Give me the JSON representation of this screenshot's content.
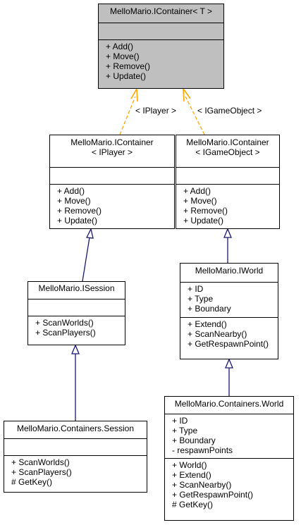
{
  "classes": {
    "icontainer_t": {
      "name": "MelloMario.IContainer< T >",
      "attributes": [],
      "operations": [
        "+ Add()",
        "+ Move()",
        "+ Remove()",
        "+ Update()"
      ]
    },
    "icontainer_iplayer": {
      "name_line1": "MelloMario.IContainer",
      "name_line2": "< IPlayer >",
      "attributes": [],
      "operations": [
        "+ Add()",
        "+ Move()",
        "+ Remove()",
        "+ Update()"
      ]
    },
    "icontainer_igameobject": {
      "name_line1": "MelloMario.IContainer",
      "name_line2": "< IGameObject >",
      "attributes": [],
      "operations": [
        "+ Add()",
        "+ Move()",
        "+ Remove()",
        "+ Update()"
      ]
    },
    "isession": {
      "name": "MelloMario.ISession",
      "attributes": [],
      "operations": [
        "+ ScanWorlds()",
        "+ ScanPlayers()"
      ]
    },
    "iworld": {
      "name": "MelloMario.IWorld",
      "attributes": [
        "+ ID",
        "+ Type",
        "+ Boundary"
      ],
      "operations": [
        "+ Extend()",
        "+ ScanNearby()",
        "+ GetRespawnPoint()"
      ]
    },
    "session": {
      "name": "MelloMario.Containers.Session",
      "attributes": [],
      "operations": [
        "+ ScanWorlds()",
        "+ ScanPlayers()",
        "# GetKey()"
      ]
    },
    "world": {
      "name": "MelloMario.Containers.World",
      "attributes": [
        "+ ID",
        "+ Type",
        "+ Boundary",
        "- respawnPoints"
      ],
      "operations": [
        "+ World()",
        "+ Extend()",
        "+ ScanNearby()",
        "+ GetRespawnPoint()",
        "# GetKey()"
      ]
    }
  },
  "edge_labels": {
    "iplayer": "< IPlayer >",
    "igameobject": "< IGameObject >"
  },
  "colors": {
    "template_edge": "#ffa500",
    "inheritance_edge": "#191970",
    "highlight_fill": "#bfbfbf"
  }
}
